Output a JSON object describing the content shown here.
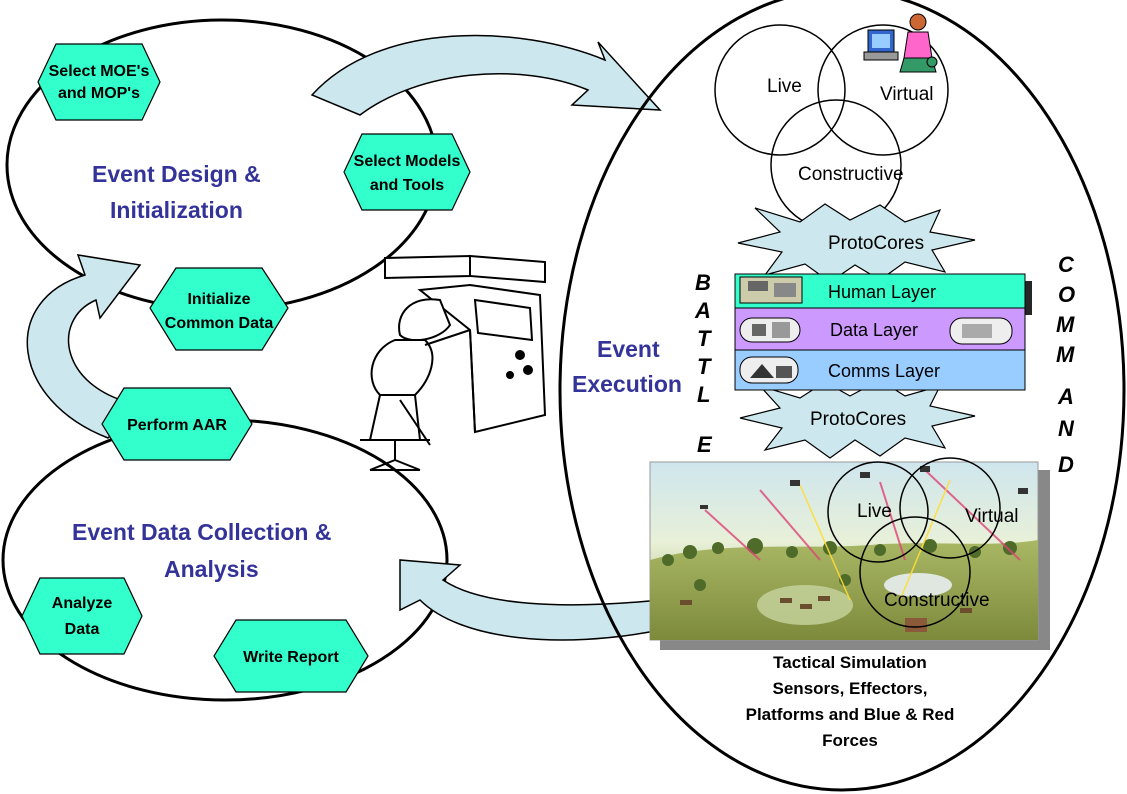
{
  "design": {
    "title_line1": "Event Design &",
    "title_line2": "Initialization",
    "step_moe_line1": "Select MOE's",
    "step_moe_line2": "and MOP's",
    "step_models_line1": "Select Models",
    "step_models_line2": "and Tools",
    "step_init_line1": "Initialize",
    "step_init_line2": "Common Data"
  },
  "collection": {
    "title_line1": "Event Data Collection &",
    "title_line2": "Analysis",
    "step_aar": "Perform AAR",
    "step_analyze_line1": "Analyze",
    "step_analyze_line2": "Data",
    "step_report": "Write Report"
  },
  "execution": {
    "title_line1": "Event",
    "title_line2": "Execution",
    "venn_live": "Live",
    "venn_virtual": "Virtual",
    "venn_constructive": "Constructive",
    "protocores_top": "ProtoCores",
    "protocores_bottom": "ProtoCores",
    "layer_human": "Human Layer",
    "layer_data": "Data Layer",
    "layer_comms": "Comms Layer",
    "battle_letters": [
      "B",
      "A",
      "T",
      "T",
      "L",
      "E"
    ],
    "command_letters": [
      "C",
      "O",
      "M",
      "M",
      "A",
      "N",
      "D"
    ],
    "scene_live": "Live",
    "scene_virtual": "Virtual",
    "scene_constructive": "Constructive",
    "caption_line1": "Tactical Simulation",
    "caption_line2": "Sensors,  Effectors,",
    "caption_line3": "Platforms and Blue & Red",
    "caption_line4": "Forces"
  },
  "colors": {
    "heading": "#333399",
    "hexagon": "#33ffcc",
    "arrow": "#cce8ee",
    "human_layer": "#33ffcc",
    "data_layer": "#cc99ff",
    "comms_layer": "#99ccff",
    "starburst": "#cce8ee"
  },
  "icons": [
    "operator-workstation-icon",
    "computer-user-icon",
    "ground-vehicle-icon",
    "network-node-icon",
    "radar-icon"
  ]
}
